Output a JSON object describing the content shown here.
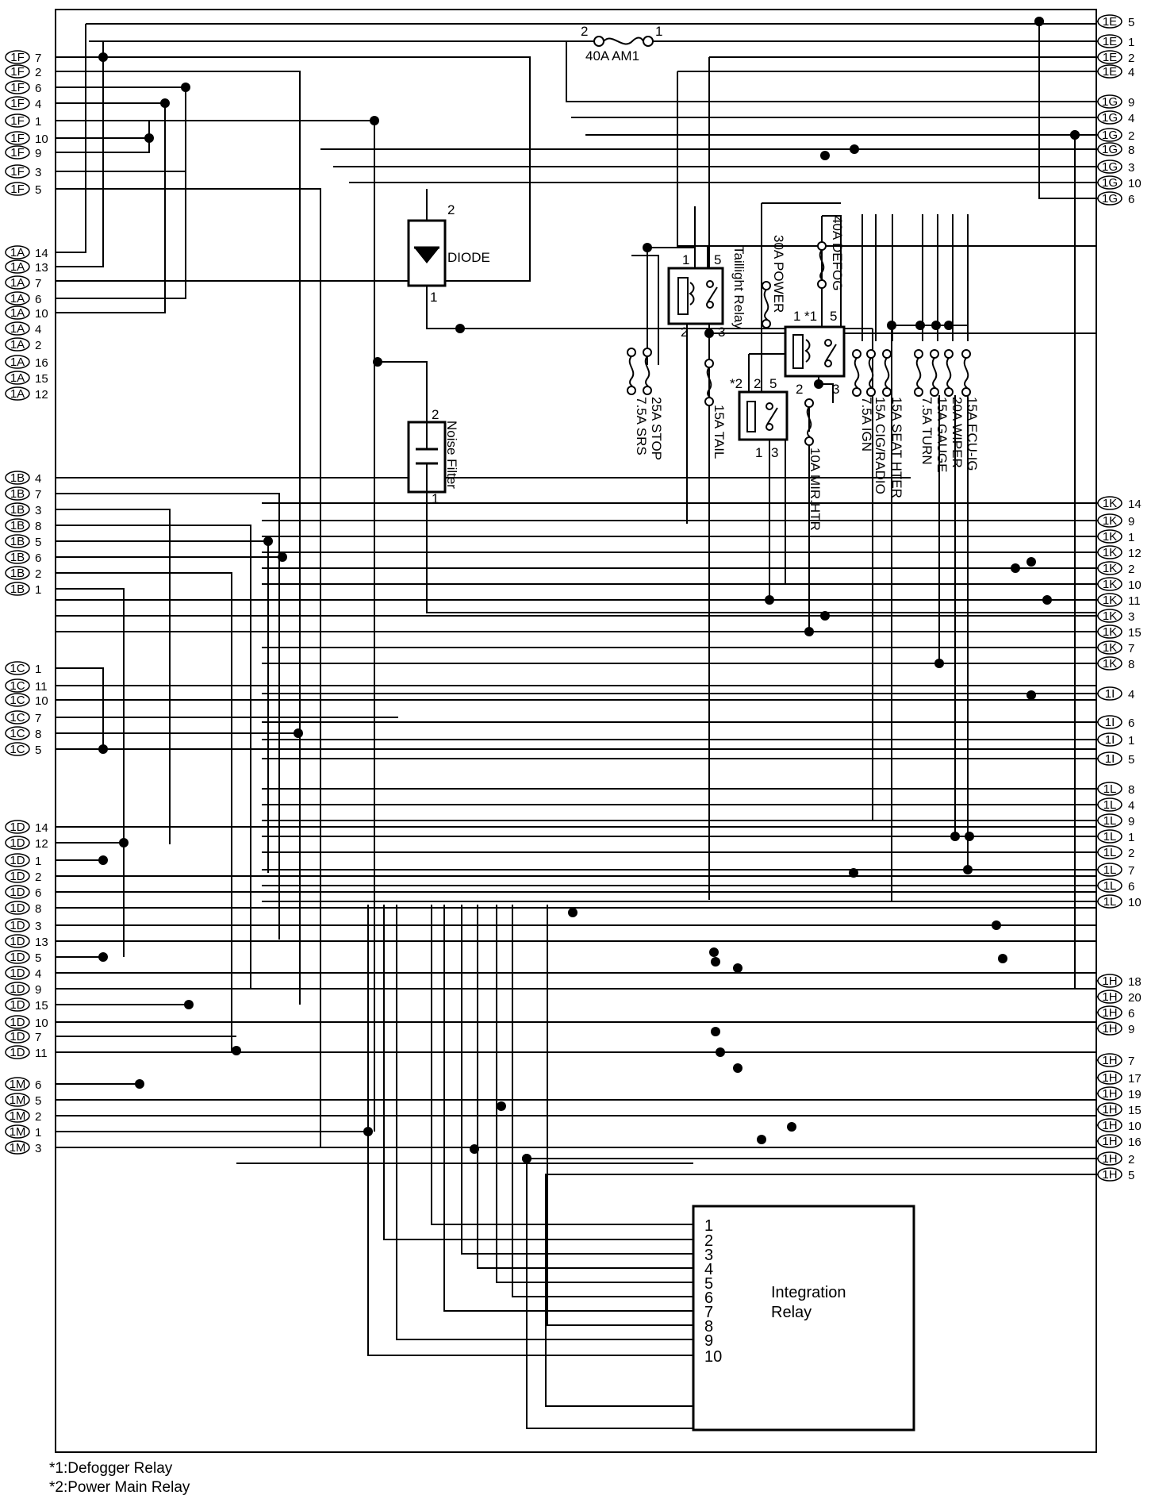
{
  "connectors_right": [
    [
      "1E",
      "5"
    ],
    [
      "1E",
      "1"
    ],
    [
      "1E",
      "2"
    ],
    [
      "1E",
      "4"
    ],
    [
      "1G",
      "9"
    ],
    [
      "1G",
      "4"
    ],
    [
      "1G",
      "2"
    ],
    [
      "1G",
      "8"
    ],
    [
      "1G",
      "3"
    ],
    [
      "1G",
      "10"
    ],
    [
      "1G",
      "6"
    ],
    [
      "1K",
      "14"
    ],
    [
      "1K",
      "9"
    ],
    [
      "1K",
      "1"
    ],
    [
      "1K",
      "12"
    ],
    [
      "1K",
      "2"
    ],
    [
      "1K",
      "10"
    ],
    [
      "1K",
      "11"
    ],
    [
      "1K",
      "3"
    ],
    [
      "1K",
      "15"
    ],
    [
      "1K",
      "7"
    ],
    [
      "1K",
      "8"
    ],
    [
      "1I",
      "4"
    ],
    [
      "1I",
      "6"
    ],
    [
      "1I",
      "1"
    ],
    [
      "1I",
      "5"
    ],
    [
      "1L",
      "8"
    ],
    [
      "1L",
      "4"
    ],
    [
      "1L",
      "9"
    ],
    [
      "1L",
      "1"
    ],
    [
      "1L",
      "2"
    ],
    [
      "1L",
      "7"
    ],
    [
      "1L",
      "6"
    ],
    [
      "1L",
      "10"
    ],
    [
      "1H",
      "18"
    ],
    [
      "1H",
      "20"
    ],
    [
      "1H",
      "6"
    ],
    [
      "1H",
      "9"
    ],
    [
      "1H",
      "7"
    ],
    [
      "1H",
      "17"
    ],
    [
      "1H",
      "19"
    ],
    [
      "1H",
      "15"
    ],
    [
      "1H",
      "10"
    ],
    [
      "1H",
      "16"
    ],
    [
      "1H",
      "2"
    ],
    [
      "1H",
      "5"
    ]
  ],
  "connectors_left": [
    [
      "1F",
      "7"
    ],
    [
      "1F",
      "2"
    ],
    [
      "1F",
      "6"
    ],
    [
      "1F",
      "4"
    ],
    [
      "1F",
      "1"
    ],
    [
      "1F",
      "10"
    ],
    [
      "1F",
      "9"
    ],
    [
      "1F",
      "3"
    ],
    [
      "1F",
      "5"
    ],
    [
      "1A",
      "14"
    ],
    [
      "1A",
      "13"
    ],
    [
      "1A",
      "7"
    ],
    [
      "1A",
      "6"
    ],
    [
      "1A",
      "10"
    ],
    [
      "1A",
      "4"
    ],
    [
      "1A",
      "2"
    ],
    [
      "1A",
      "16"
    ],
    [
      "1A",
      "15"
    ],
    [
      "1A",
      "12"
    ],
    [
      "1B",
      "4"
    ],
    [
      "1B",
      "7"
    ],
    [
      "1B",
      "3"
    ],
    [
      "1B",
      "8"
    ],
    [
      "1B",
      "5"
    ],
    [
      "1B",
      "6"
    ],
    [
      "1B",
      "2"
    ],
    [
      "1B",
      "1"
    ],
    [
      "1C",
      "1"
    ],
    [
      "1C",
      "11"
    ],
    [
      "1C",
      "10"
    ],
    [
      "1C",
      "7"
    ],
    [
      "1C",
      "8"
    ],
    [
      "1C",
      "5"
    ],
    [
      "1D",
      "14"
    ],
    [
      "1D",
      "12"
    ],
    [
      "1D",
      "1"
    ],
    [
      "1D",
      "2"
    ],
    [
      "1D",
      "6"
    ],
    [
      "1D",
      "8"
    ],
    [
      "1D",
      "3"
    ],
    [
      "1D",
      "13"
    ],
    [
      "1D",
      "5"
    ],
    [
      "1D",
      "4"
    ],
    [
      "1D",
      "9"
    ],
    [
      "1D",
      "15"
    ],
    [
      "1D",
      "10"
    ],
    [
      "1D",
      "7"
    ],
    [
      "1D",
      "11"
    ],
    [
      "1M",
      "6"
    ],
    [
      "1M",
      "5"
    ],
    [
      "1M",
      "2"
    ],
    [
      "1M",
      "1"
    ],
    [
      "1M",
      "3"
    ]
  ],
  "fuses": {
    "am1": "40A AM1",
    "am1_pin_left": "2",
    "am1_pin_right": "1",
    "defog": "40A DEFOG",
    "power": "30A POWER",
    "stop": "25A STOP",
    "srs": "7.5A SRS",
    "tail": "15A TAIL",
    "mir_htr": "10A MIR.HTR",
    "ign": "7.5A IGN",
    "cig_radio": "15A CIG/RADIO",
    "seat_hter": "15A SEAT HTER",
    "turn": "7.5A TURN",
    "gauge": "15A GAUGE",
    "wiper": "20A WIPER",
    "ecu_ig": "15A ECU-IG"
  },
  "components": {
    "diode": "DIODE",
    "noise_filter": "Noise Filter",
    "taillight_relay": "Taillight Relay",
    "defogger_relay_mark": "*1",
    "power_main_relay_mark": "*2",
    "integration_relay_line1": "Integration",
    "integration_relay_line2": "Relay",
    "integration_pins": [
      "1",
      "2",
      "3",
      "4",
      "5",
      "6",
      "7",
      "8",
      "9",
      "10"
    ]
  },
  "pins": {
    "diode_top": "2",
    "diode_bottom": "1",
    "filter_top": "2",
    "filter_bottom": "1",
    "tail_relay_1": "1",
    "tail_relay_5": "5",
    "tail_relay_2": "2",
    "tail_relay_3": "3",
    "defog_relay_1": "1",
    "defog_relay_5": "5",
    "defog_relay_2": "2",
    "defog_relay_3": "3",
    "main_relay_2": "2",
    "main_relay_5": "5",
    "main_relay_1": "1",
    "main_relay_3": "3"
  },
  "notes": {
    "note1": "*1:Defogger Relay",
    "note2": "*2:Power Main Relay"
  }
}
